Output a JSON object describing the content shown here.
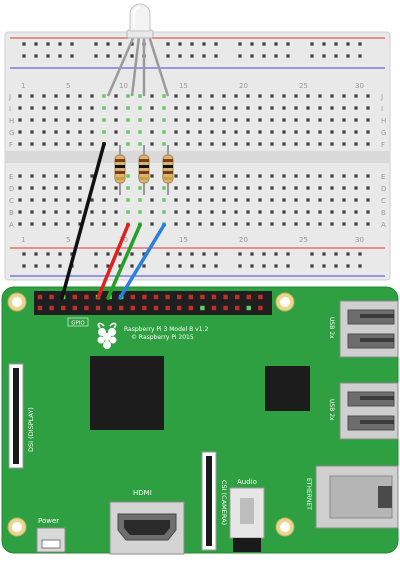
{
  "breadboard": {
    "column_numbers": [
      "1",
      "5",
      "10",
      "15",
      "20",
      "25",
      "30"
    ],
    "row_letters_top": [
      "J",
      "I",
      "H",
      "G",
      "F"
    ],
    "row_letters_bottom": [
      "E",
      "D",
      "C",
      "B",
      "A"
    ]
  },
  "board": {
    "model_label": "Raspberry Pi 3 Model B v1.2",
    "copyright_label": "© Raspberry Pi 2015",
    "gpio_label": "GPIO",
    "dsi_label": "DSI (DISPLAY)",
    "csi_label": "CSI (CAMERA)",
    "hdmi_label": "HDMI",
    "audio_label": "Audio",
    "power_label": "Power",
    "usb_top_label": "USB 2x",
    "usb_bottom_label": "USB 2x",
    "ethernet_label": "ETHERNET"
  },
  "colors": {
    "board_green": "#2ea041",
    "wire_black": "#111111",
    "wire_red": "#e0201c",
    "wire_green": "#23a025",
    "wire_blue": "#2a7fe0",
    "rail_red": "#d23a3a",
    "rail_blue": "#3a48d2",
    "led_lit": "#5fd35f"
  }
}
